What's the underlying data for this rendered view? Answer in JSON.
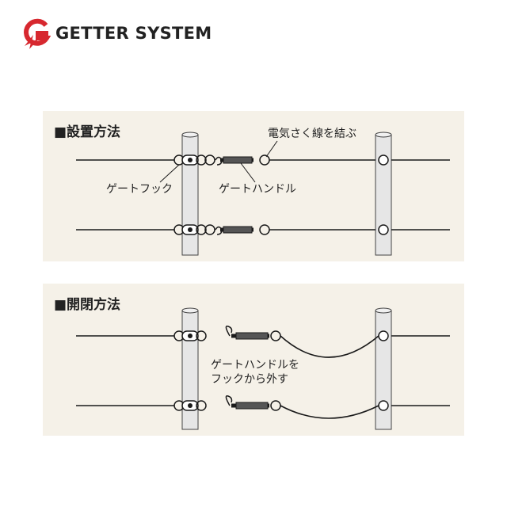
{
  "brand": {
    "name": "GETTER SYSTEM",
    "logo_color": "#d7282f"
  },
  "sections": {
    "install": {
      "title": "■設置方法",
      "labels": {
        "tie_wire": "電気さく線を結ぶ",
        "gate_hook": "ゲートフック",
        "gate_handle": "ゲートハンドル"
      }
    },
    "open_close": {
      "title": "■開閉方法",
      "labels": {
        "remove_line1": "ゲートハンドルを",
        "remove_line2": "フックから外す"
      }
    }
  },
  "colors": {
    "panel_bg": "#f5f1e8",
    "wire": "#1a1a1a",
    "post_fill": "#e6e6e6",
    "text": "#222222"
  }
}
